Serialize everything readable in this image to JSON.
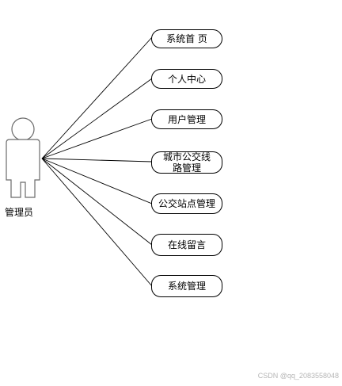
{
  "actor": {
    "label": "管理员"
  },
  "use_cases": [
    {
      "label": "系统首 页"
    },
    {
      "label": "个人中心"
    },
    {
      "label": "用户管理"
    },
    {
      "label": "城市公交线路管理"
    },
    {
      "label": "公交站点管理"
    },
    {
      "label": "在线留言"
    },
    {
      "label": "系统管理"
    }
  ],
  "watermark": "CSDN @qq_2083558048"
}
